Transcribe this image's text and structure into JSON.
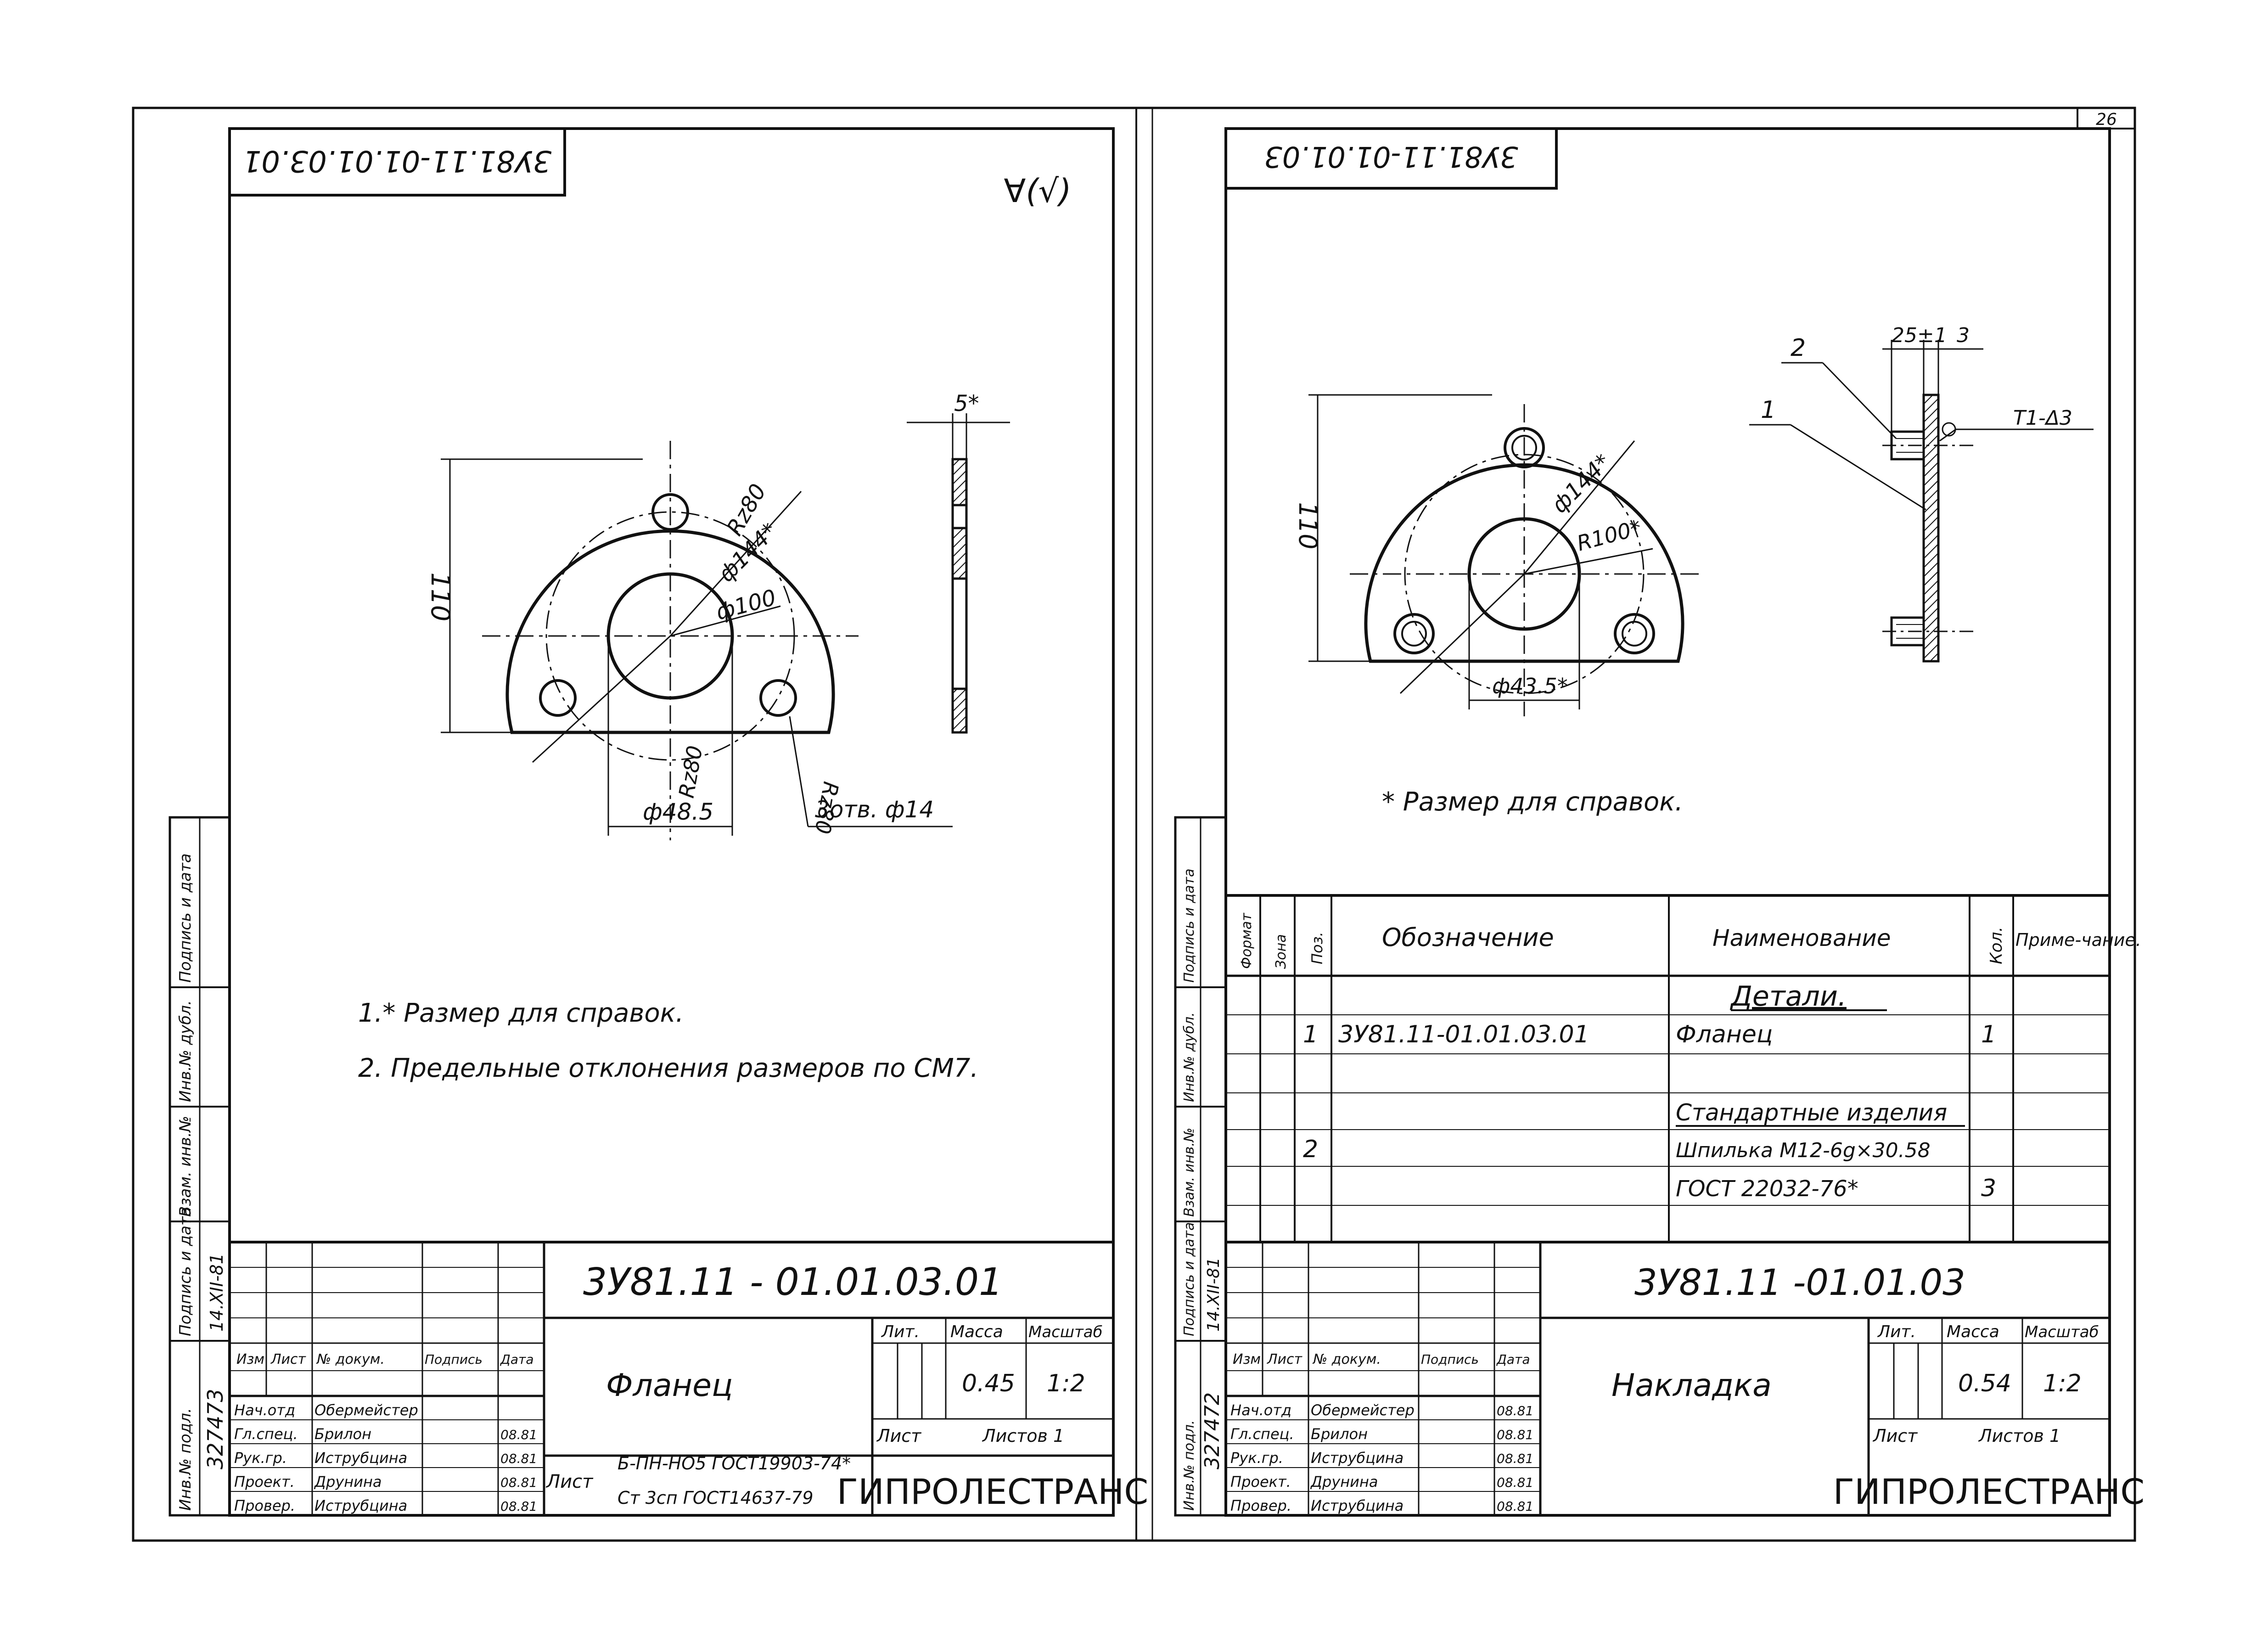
{
  "page_number": "26",
  "left_sheet": {
    "corner_code": "3У81.11-01.01.03.01",
    "roughness_mark": "∀(√)",
    "dims": {
      "thickness": "5*",
      "height": "110",
      "rz_a": "Rz80",
      "rz_b": "Rz80",
      "rz_c": "Rz80",
      "pcd": "ф144*",
      "inner": "ф100",
      "bore": "ф48.5",
      "holes": "3отв. ф14"
    },
    "notes": [
      "1.* Размер для справок.",
      "2. Предельные отклонения размеров по СМ7."
    ],
    "side_stamp": {
      "labels": [
        "Инв.№ подл.",
        "Подпись и дата",
        "Взам. инв.№",
        "Инв.№ дубл.",
        "Подпись и дата"
      ],
      "inv_no": "327473",
      "date": "14.XII-81"
    },
    "title_block": {
      "designation": "3У81.11 - 01.01.03.01",
      "name": "Фланец",
      "head": {
        "izm": "Изм",
        "list": "Лист",
        "doc": "№ докум.",
        "sign": "Подпись",
        "date": "Дата"
      },
      "staff": [
        {
          "role": "Нач.отд",
          "name": "Обермейстер",
          "date": ""
        },
        {
          "role": "Гл.спец.",
          "name": "Брилон",
          "date": "08.81"
        },
        {
          "role": "Рук.гр.",
          "name": "Иструбцина",
          "date": "08.81"
        },
        {
          "role": "Проект.",
          "name": "Друнина",
          "date": "08.81"
        },
        {
          "role": "Провер.",
          "name": "Иструбцина",
          "date": "08.81"
        }
      ],
      "lit": "Лит.",
      "mass_label": "Масса",
      "scale_label": "Масштаб",
      "mass": "0.45",
      "scale": "1:2",
      "sheet": "Лист",
      "sheets": "Листов 1",
      "material_sheet": "Лист",
      "material_line1": "Б-ПН-НО5 ГОСТ19903-74*",
      "material_line2": "Ст 3сп   ГОСТ14637-79",
      "org": "ГИПРОЛЕСТРАНС"
    }
  },
  "right_sheet": {
    "corner_code": "3У81.11-01.01.03",
    "dims": {
      "height": "110",
      "pcd": "ф144*",
      "radius": "R100*",
      "bore": "ф43.5*",
      "width": "25±1",
      "plate": "3",
      "weld": "Т1-Δ3",
      "pos1": "1",
      "pos2": "2"
    },
    "note": "* Размер для справок.",
    "spec": {
      "headers": {
        "format": "Формат",
        "zone": "Зона",
        "pos": "Поз.",
        "designation": "Обозначение",
        "name": "Наименование",
        "qty": "Кол.",
        "note": "Приме-чание."
      },
      "section_parts": "Детали.",
      "rows_parts": [
        {
          "pos": "1",
          "designation": "3У81.11-01.01.03.01",
          "name": "Фланец",
          "qty": "1"
        }
      ],
      "section_std": "Стандартные изделия",
      "rows_std": [
        {
          "pos": "2",
          "name": "Шпилька М12-6g×30.58",
          "name2": "ГОСТ 22032-76*",
          "qty": "3"
        }
      ]
    },
    "side_stamp": {
      "labels": [
        "Инв.№ подл.",
        "Подпись и дата",
        "Взам. инв.№",
        "Инв.№ дубл.",
        "Подпись и дата"
      ],
      "inv_no": "327472",
      "date": "14.XII-81"
    },
    "title_block": {
      "designation": "3У81.11 -01.01.03",
      "name": "Накладка",
      "head": {
        "izm": "Изм",
        "list": "Лист",
        "doc": "№ докум.",
        "sign": "Подпись",
        "date": "Дата"
      },
      "staff": [
        {
          "role": "Нач.отд",
          "name": "Обермейстер",
          "date": "08.81"
        },
        {
          "role": "Гл.спец.",
          "name": "Брилон",
          "date": "08.81"
        },
        {
          "role": "Рук.гр.",
          "name": "Иструбцина",
          "date": "08.81"
        },
        {
          "role": "Проект.",
          "name": "Друнина",
          "date": "08.81"
        },
        {
          "role": "Провер.",
          "name": "Иструбцина",
          "date": "08.81"
        }
      ],
      "lit": "Лит.",
      "mass_label": "Масса",
      "scale_label": "Масштаб",
      "mass": "0.54",
      "scale": "1:2",
      "sheet": "Лист",
      "sheets": "Листов 1",
      "org": "ГИПРОЛЕСТРАНС"
    }
  }
}
